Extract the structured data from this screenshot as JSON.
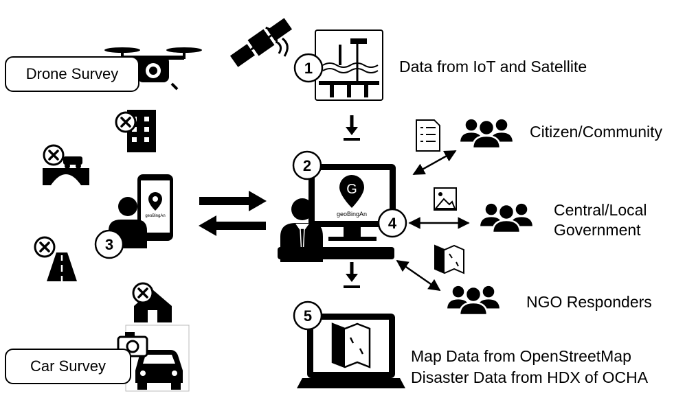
{
  "labels": {
    "data_iot": "Data from IoT and Satellite",
    "citizen": "Citizen/Community",
    "government_line1": "Central/Local",
    "government_line2": "Government",
    "ngo": "NGO Responders",
    "map_data_line1": "Map Data from OpenStreetMap",
    "map_data_line2": "Disaster Data from HDX of OCHA",
    "drone_survey": "Drone Survey",
    "car_survey": "Car Survey",
    "app_name": "geoBingAn",
    "app_name_small": "geoBingAn",
    "logo_letter": "G"
  },
  "steps": [
    "1",
    "2",
    "3",
    "4",
    "5"
  ],
  "colors": {
    "ink": "#000000",
    "paper": "#ffffff",
    "muted": "#bbbbbb"
  }
}
